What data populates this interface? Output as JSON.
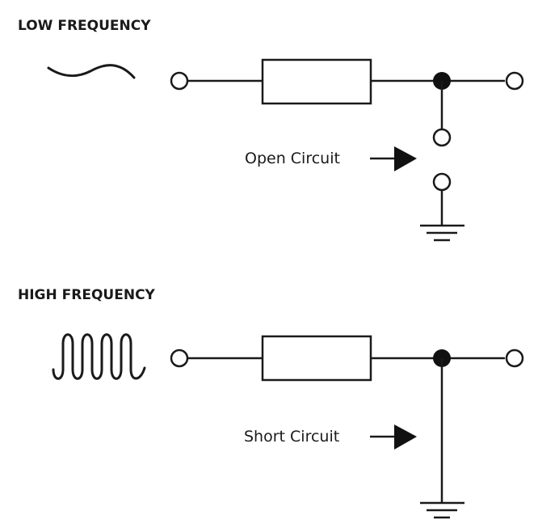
{
  "panels": [
    {
      "id": "low",
      "heading": "LOW FREQUENCY",
      "signal_icon": "sine-wave-low-icon",
      "annotation": "Open Circuit",
      "shunt_state": "open"
    },
    {
      "id": "high",
      "heading": "HIGH FREQUENCY",
      "signal_icon": "sine-wave-high-icon",
      "annotation": "Short Circuit",
      "shunt_state": "short"
    }
  ],
  "colors": {
    "ink": "#1a1a1a",
    "background": "#ffffff"
  }
}
